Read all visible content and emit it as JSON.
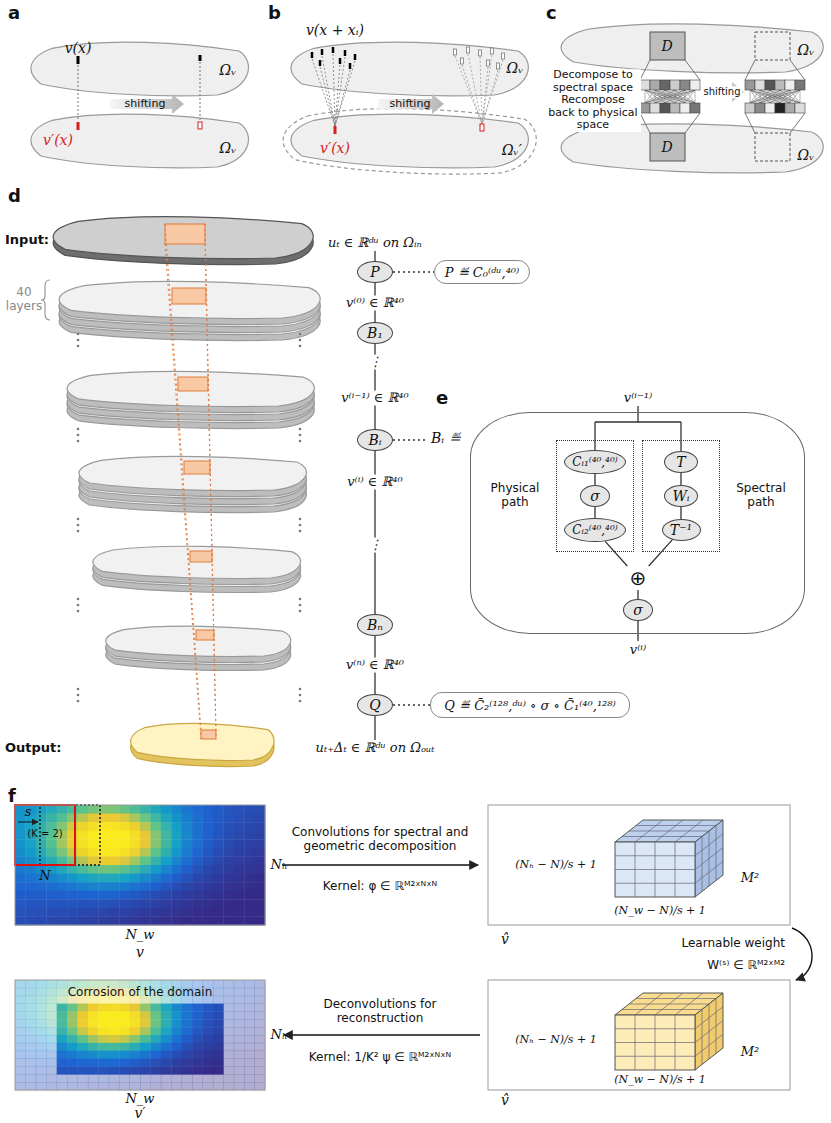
{
  "diagram": {
    "nodes": [
      {
        "text": [
          "P"
        ]
      },
      {
        "text": [
          "P ≝ C₀⁽ᵈᵘ,⁴⁰⁾"
        ]
      },
      {
        "text": [
          "B₁"
        ]
      },
      {
        "text": [
          "Bᵢ"
        ]
      },
      {
        "text": [
          "Bᵢ ≝"
        ]
      },
      {
        "text": [
          "Physical path"
        ],
        "in": 4
      },
      {
        "text": [
          "Cᵢ₁⁽⁴⁰,⁴⁰⁾"
        ],
        "in": 5
      },
      {
        "text": [
          "σ"
        ],
        "in": 5
      },
      {
        "text": [
          "Cᵢ₂⁽⁴⁰,⁴⁰⁾"
        ],
        "in": 5
      },
      {
        "text": [
          "Spectral path"
        ],
        "in": 4
      },
      {
        "text": [
          "T"
        ],
        "in": 9
      },
      {
        "text": [
          "Wᵢ"
        ],
        "in": 9
      },
      {
        "text": [
          "T⁻¹"
        ],
        "in": 9
      },
      {
        "text": [
          "⊕"
        ],
        "in": 4
      },
      {
        "text": [
          "σ"
        ],
        "in": 4
      },
      {
        "text": [
          "Bₙ"
        ]
      },
      {
        "text": [
          "Q"
        ]
      },
      {
        "text": [
          "Q ≝ C̄₂⁽¹²⁸,ᵈᵘ⁾ ∘ σ ∘ C̄₁⁽⁴⁰,¹²⁸⁾"
        ]
      }
    ],
    "edges": [
      {
        "from": 0,
        "to": 1,
        "arrow": "none"
      },
      {
        "from": 0,
        "to": 2,
        "arrow": "none"
      },
      {
        "from": 2,
        "to": 3,
        "arrow": "none"
      },
      {
        "from": 3,
        "to": 4,
        "arrow": "none"
      },
      {
        "from": 3,
        "to": 15,
        "arrow": "none"
      },
      {
        "from": 15,
        "to": 16,
        "arrow": "none"
      },
      {
        "from": 16,
        "to": 17,
        "arrow": "none"
      },
      {
        "from": 6,
        "to": 7,
        "arrow": "none"
      },
      {
        "from": 7,
        "to": 8,
        "arrow": "none"
      },
      {
        "from": 10,
        "to": 11,
        "arrow": "none"
      },
      {
        "from": 11,
        "to": 12,
        "arrow": "none"
      },
      {
        "from": 8,
        "to": 13,
        "arrow": "none"
      },
      {
        "from": 12,
        "to": 13,
        "arrow": "none"
      },
      {
        "from": 13,
        "to": 14,
        "arrow": "none"
      }
    ],
    "labels": [
      "a",
      "v(x)",
      "Ωᵥ",
      "shifting",
      "v′(x)",
      "Ωᵥ",
      "b",
      "v(x + xᵢ)",
      "Ωᵥ",
      "shifting",
      "v′(x)",
      "Ωᵥ′",
      "c",
      "D",
      "Ωᵥ",
      "Decompose to spectral space",
      "shifting",
      "Recompose back to physical space",
      "D",
      "Ωᵥ",
      "d",
      "Input:",
      "40 layers",
      "Output:",
      "uₜ ∈ ℝᵈᵘ on Ωᵢₙ",
      "v⁽⁰⁾ ∈ ℝ⁴⁰",
      "⋮",
      "v⁽ⁱ⁻¹⁾ ∈ ℝ⁴⁰",
      "v⁽ⁱ⁾ ∈ ℝ⁴⁰",
      "⋮",
      "v⁽ⁿ⁾ ∈ ℝ⁴⁰",
      "uₜ₊Δₜ ∈ ℝᵈᵘ on Ωₒᵤₜ",
      "e",
      "v⁽ⁱ⁻¹⁾",
      "v⁽ⁱ⁾",
      "f",
      "s",
      "(K = 2)",
      "N",
      "Nₕ",
      "N_w",
      "v",
      "Convolutions for spectral and geometric decomposition",
      "Kernel: φ ∈ ℝᴹ²ˣᴺˣᴺ",
      "(Nₕ − N)/s + 1",
      "(N_w − N)/s + 1",
      "M²",
      "v̂",
      "Learnable weight",
      "W⁽ˢ⁾ ∈ ℝᴹ²ˣᴹ²",
      "(Nₕ − N)/s + 1",
      "(N_w − N)/s + 1",
      "M²",
      "v̂",
      "Deconvolutions for reconstruction",
      "Kernel: 1/K² ψ ∈ ℝᴹ²ˣᴺˣᴺ",
      "Corrosion of the domain",
      "Nₕ",
      "N_w",
      "v′"
    ]
  }
}
